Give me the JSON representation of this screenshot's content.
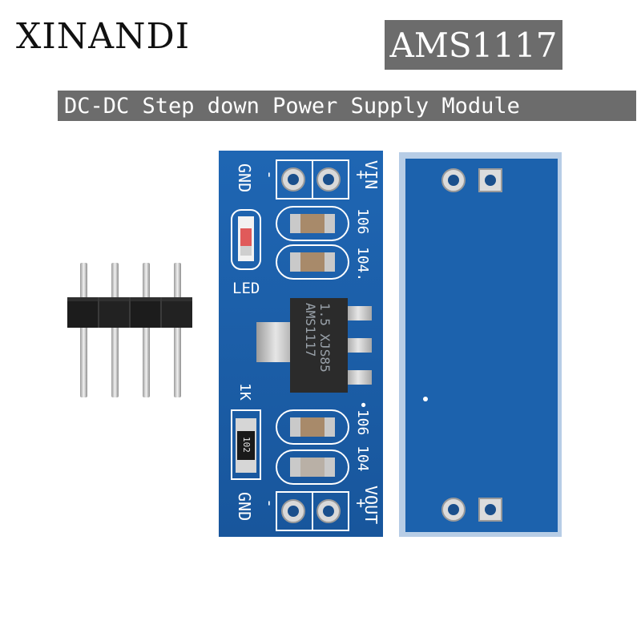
{
  "header": {
    "brand": "XINANDI",
    "model": "AMS1117",
    "subtitle": "DC-DC Step down Power Supply Module"
  },
  "board_front": {
    "silkscreen": {
      "vin": "VIN",
      "vout": "VOUT",
      "gnd_top": "GND",
      "gnd_bottom": "GND",
      "plus": "+",
      "minus": "-",
      "led": "LED",
      "resistor_value": "1K",
      "cap_top_1": "106",
      "cap_top_2": "104.",
      "cap_bottom_1": "•106",
      "cap_bottom_2": "104"
    },
    "regulator_marking_1": "AMS1117",
    "regulator_marking_2": "1.5 XJS85",
    "resistor_marking": "102"
  },
  "colors": {
    "pcb": "#1d5fa8",
    "pcb_dark": "#123f78",
    "pin_header": "#1a1a1a",
    "pins": "#cfcfcf",
    "regulator": "#2a2a2a",
    "badge": "#6c6c6c"
  }
}
